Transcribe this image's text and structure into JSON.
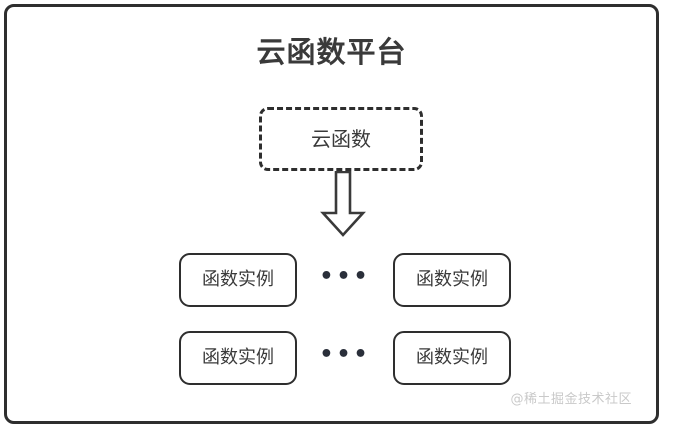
{
  "diagram": {
    "frame": {
      "name": "云函数平台",
      "border_color": "#2e2e2e",
      "background": "#ffffff"
    },
    "title": "云函数平台",
    "cloud_function": {
      "label": "云函数",
      "border_style": "dashed",
      "border_color": "#2e2e2e"
    },
    "arrow": {
      "direction": "down",
      "stroke_color": "#3a3a3a",
      "fill": "#ffffff"
    },
    "instance_rows": [
      {
        "left_label": "函数实例",
        "ellipsis": "•••",
        "right_label": "函数实例"
      },
      {
        "left_label": "函数实例",
        "ellipsis": "•••",
        "right_label": "函数实例"
      }
    ],
    "watermark": "@稀土掘金技术社区"
  }
}
